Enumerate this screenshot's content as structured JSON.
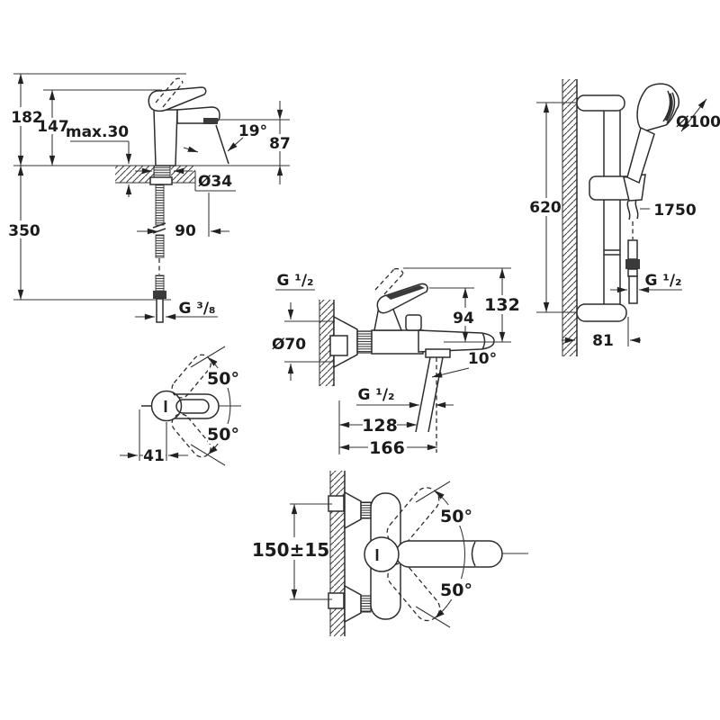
{
  "drawings": {
    "basin": {
      "dims": {
        "total_height": "182",
        "body_height": "147",
        "deck_max": "max.30",
        "spout_angle": "19°",
        "spout_height": "87",
        "hole_dia": "Ø34",
        "hose_drop": "350",
        "reach": "90",
        "thread": "G ³/₈"
      }
    },
    "shower": {
      "dims": {
        "head_dia": "Ø100",
        "bar_length": "620",
        "hose_length": "1750",
        "thread": "G ¹/₂",
        "wall_offset": "81"
      }
    },
    "mixer_side": {
      "dims": {
        "inlet_thread": "G ¹/₂",
        "rosette_dia": "Ø70",
        "lever_height": "94",
        "total_height": "132",
        "spout_angle": "10°",
        "outlet_thread": "G ¹/₂",
        "reach_outlet": "128",
        "reach_total": "166"
      }
    },
    "handle_top": {
      "dims": {
        "swing_upper": "50°",
        "swing_lower": "50°",
        "lever_offset": "41"
      }
    },
    "mixer_front": {
      "dims": {
        "center_distance": "150±15",
        "swing_upper": "50°",
        "swing_lower": "50°"
      }
    }
  }
}
